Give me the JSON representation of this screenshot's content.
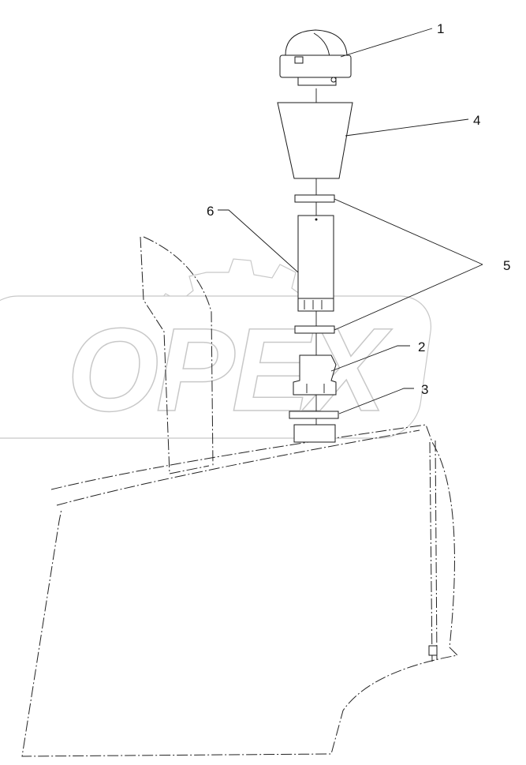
{
  "watermark": {
    "text": "OPEX"
  },
  "callouts": [
    {
      "id": "callout-1",
      "label": "1"
    },
    {
      "id": "callout-4",
      "label": "4"
    },
    {
      "id": "callout-6",
      "label": "6"
    },
    {
      "id": "callout-5",
      "label": "5"
    },
    {
      "id": "callout-2",
      "label": "2"
    },
    {
      "id": "callout-3",
      "label": "3"
    }
  ]
}
